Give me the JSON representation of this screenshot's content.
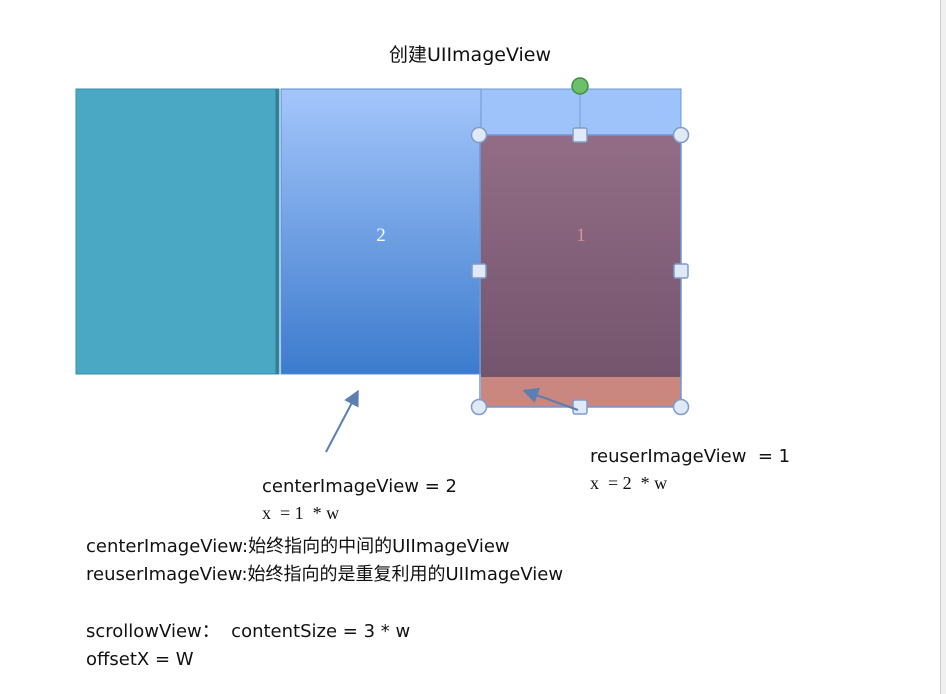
{
  "title": "创建UIImageView",
  "blocks": {
    "center_label": "2",
    "reuse_label": "1"
  },
  "annotations": {
    "reuse_name": "reuserImageView  = 1",
    "reuse_x": "x  = 2  * w",
    "center_name": "centerImageView = 2",
    "center_x": "x  = 1  * w"
  },
  "notes": {
    "center_desc": "centerImageView:始终指向的中间的UIImageView",
    "reuse_desc": "reuserImageView:始终指向的是重复利用的UIImageView",
    "scroll_content": "scrollowView：  contentSize = 3 * w",
    "offset": "offsetX = W"
  },
  "colors": {
    "left_block": "#4aa8c4",
    "center_top": "#9fc3fb",
    "center_bottom": "#3f7fd0",
    "reuse_top": "#8f6a82",
    "reuse_bottom": "#76566f",
    "reuse_strip": "#c98780",
    "handle_fill": "#dfe9f8",
    "handle_stroke": "#7e9cc9",
    "rotate_handle": "#5fb85f",
    "arrow": "#5b7fb0"
  },
  "icons": {
    "selection_handles": "resize-handle-icon",
    "rotation_handle": "rotate-handle-icon"
  }
}
